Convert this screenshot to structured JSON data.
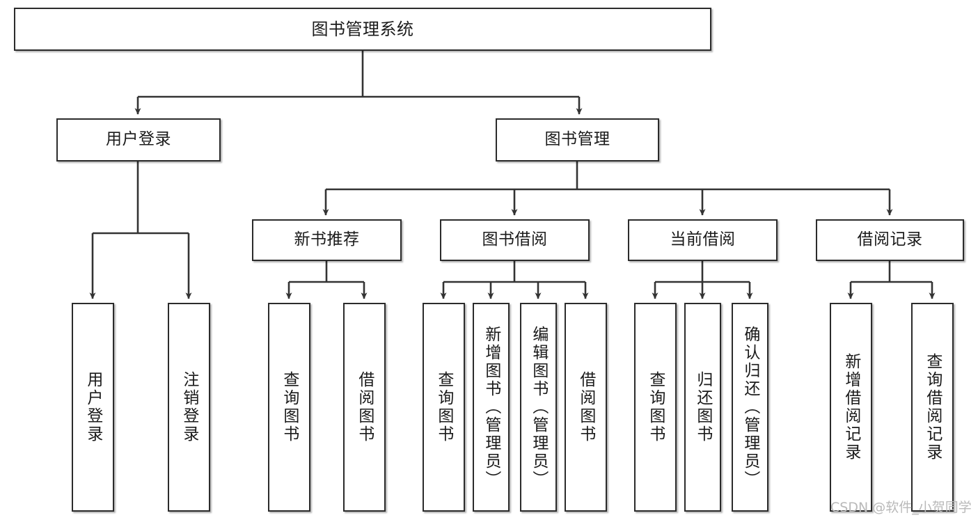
{
  "diagram": {
    "title": "图书管理系统",
    "type": "tree-structure-chart",
    "colors": {
      "box_border": "#2b2b2b",
      "box_fill": "#ffffff",
      "connector": "#333333",
      "background": "#ffffff",
      "watermark": "#b9b9b9"
    },
    "root": {
      "label": "图书管理系统"
    },
    "level1": [
      {
        "label": "用户登录"
      },
      {
        "label": "图书管理"
      }
    ],
    "level2": [
      {
        "label": "新书推荐"
      },
      {
        "label": "图书借阅"
      },
      {
        "label": "当前借阅"
      },
      {
        "label": "借阅记录"
      }
    ],
    "leaves": {
      "user_login": [
        {
          "label": "用户登录"
        },
        {
          "label": "注销登录"
        }
      ],
      "new_book_recommend": [
        {
          "label": "查询图书"
        },
        {
          "label": "借阅图书"
        }
      ],
      "book_borrow": [
        {
          "label": "查询图书"
        },
        {
          "label": "新增图书（管理员）"
        },
        {
          "label": "编辑图书（管理员）"
        },
        {
          "label": "借阅图书"
        }
      ],
      "current_borrow": [
        {
          "label": "查询图书"
        },
        {
          "label": "归还图书"
        },
        {
          "label": "确认归还（管理员）"
        }
      ],
      "borrow_record": [
        {
          "label": "新增借阅记录"
        },
        {
          "label": "查询借阅记录"
        }
      ]
    }
  },
  "watermark": {
    "text": "CSDN @软件_小贺同学"
  }
}
